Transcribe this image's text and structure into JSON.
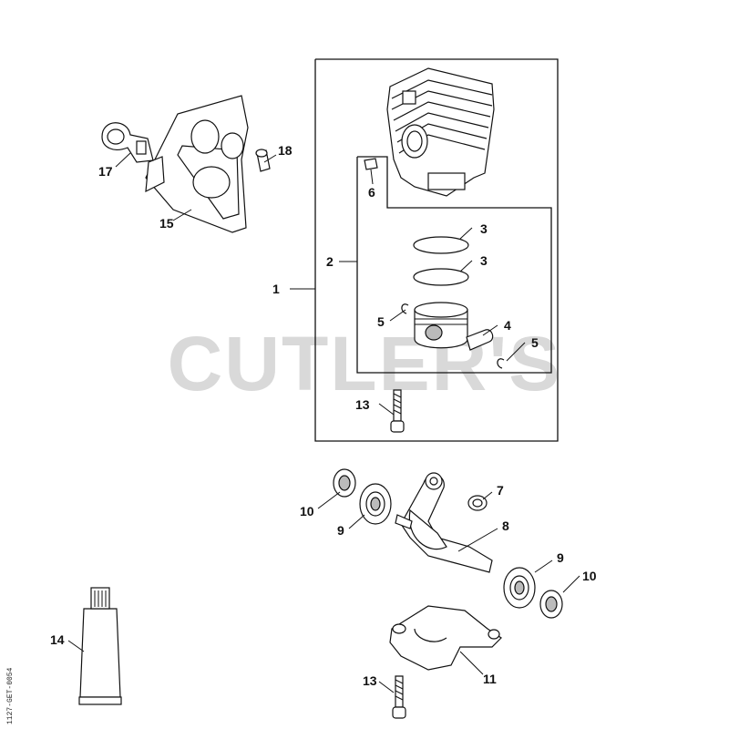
{
  "watermark": "CUTLER'S",
  "side_code": "1127-GET-0054",
  "callouts": [
    {
      "id": "c1",
      "label": "1"
    },
    {
      "id": "c2",
      "label": "2"
    },
    {
      "id": "c3a",
      "label": "3"
    },
    {
      "id": "c3b",
      "label": "3"
    },
    {
      "id": "c4",
      "label": "4"
    },
    {
      "id": "c5a",
      "label": "5"
    },
    {
      "id": "c5b",
      "label": "5"
    },
    {
      "id": "c6",
      "label": "6"
    },
    {
      "id": "c7",
      "label": "7"
    },
    {
      "id": "c8",
      "label": "8"
    },
    {
      "id": "c9a",
      "label": "9"
    },
    {
      "id": "c9b",
      "label": "9"
    },
    {
      "id": "c10a",
      "label": "10"
    },
    {
      "id": "c10b",
      "label": "10"
    },
    {
      "id": "c11",
      "label": "11"
    },
    {
      "id": "c13a",
      "label": "13"
    },
    {
      "id": "c13b",
      "label": "13"
    },
    {
      "id": "c14",
      "label": "14"
    },
    {
      "id": "c15",
      "label": "15"
    },
    {
      "id": "c17",
      "label": "17"
    },
    {
      "id": "c18",
      "label": "18"
    }
  ]
}
